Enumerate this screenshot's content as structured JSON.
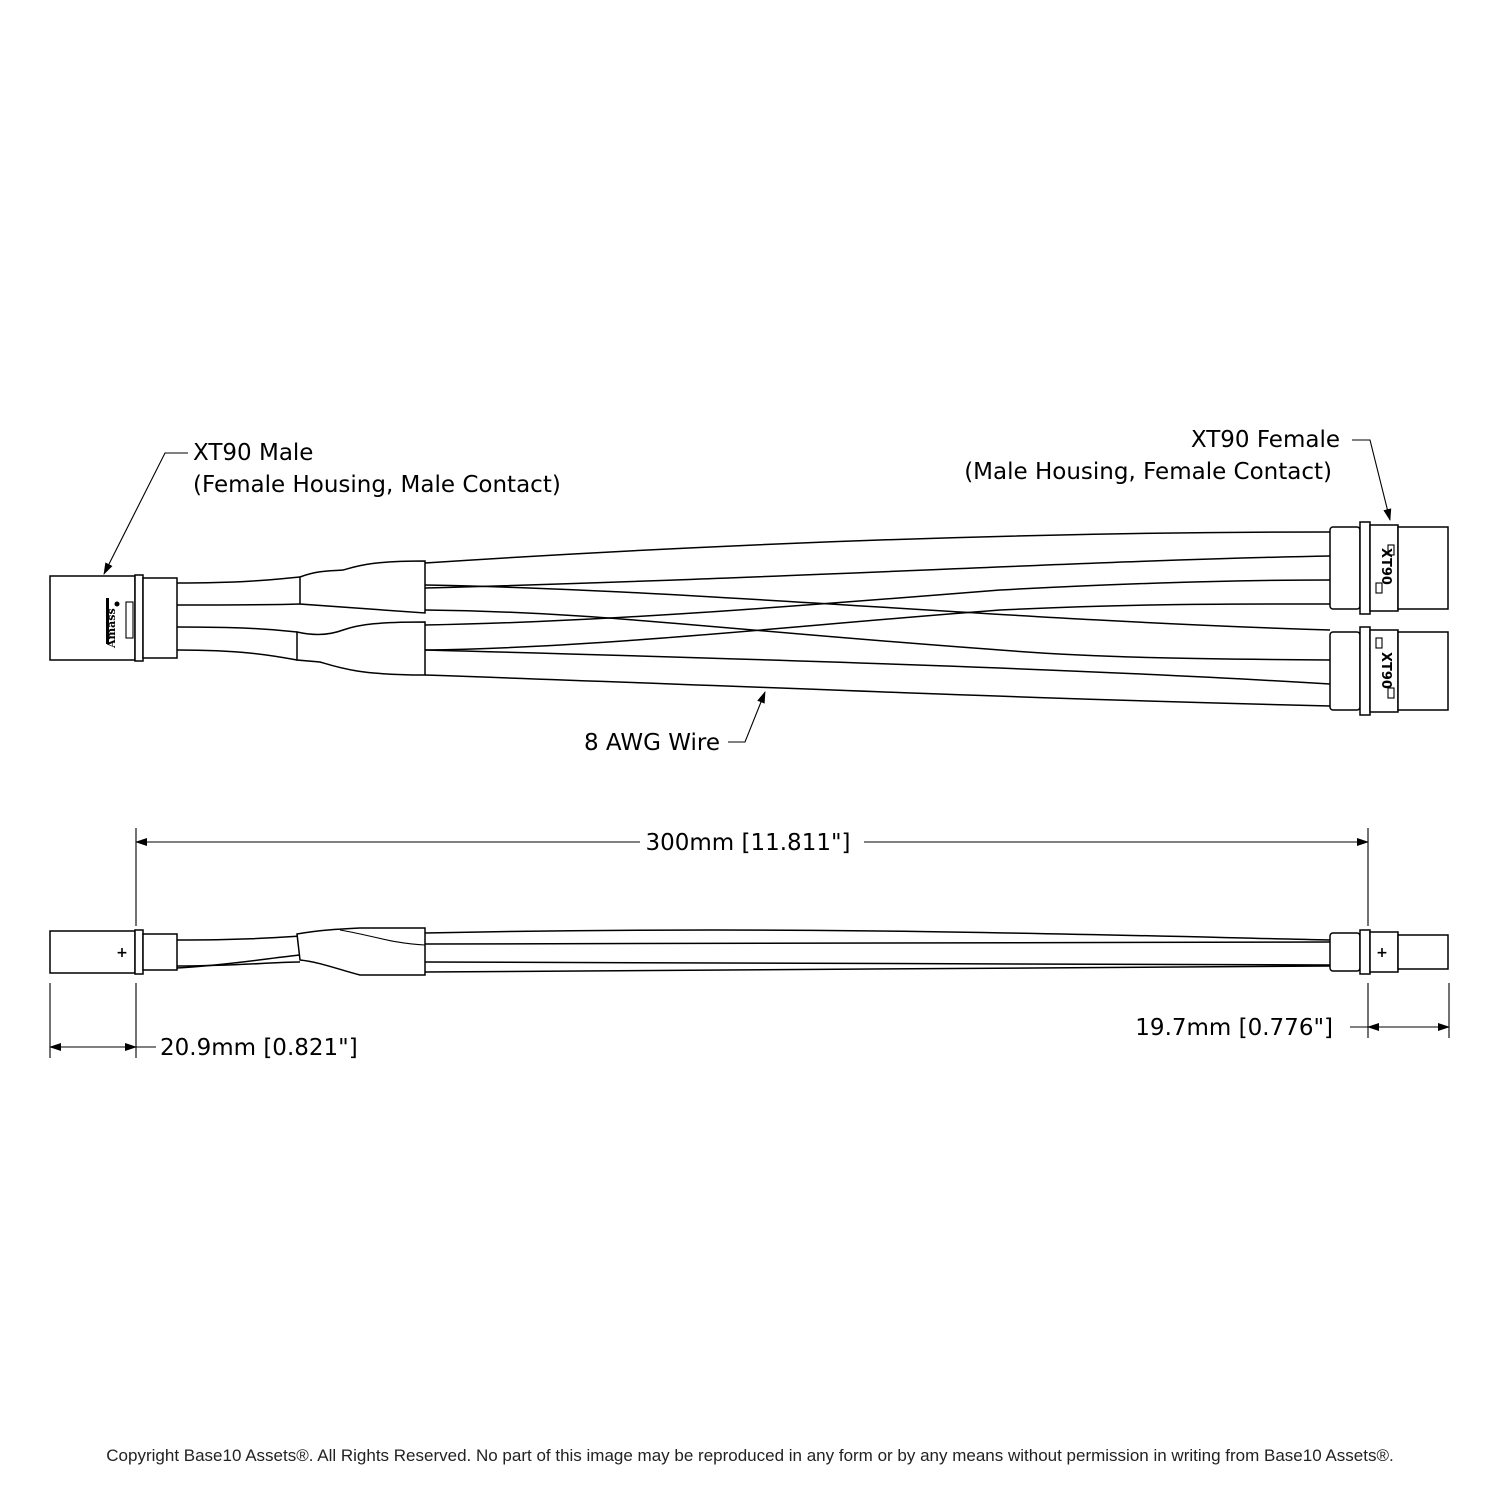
{
  "labels": {
    "male_title": "XT90 Male",
    "male_subtitle": "(Female Housing, Male Contact)",
    "female_title": "XT90 Female",
    "female_subtitle": "(Male Housing, Female Contact)",
    "wire": "8 AWG Wire",
    "connector_mark_top": "XT90",
    "connector_mark_bottom": "XT90",
    "brand_mark": "Amass",
    "polarity_left": "+",
    "polarity_right": "+"
  },
  "dimensions": {
    "overall": "300mm [11.811\"]",
    "left_connector": "20.9mm [0.821\"]",
    "right_connector": "19.7mm [0.776\"]"
  },
  "footer": {
    "copyright": "Copyright Base10 Assets®.  All Rights Reserved. No part of this image may be reproduced in any form or by any means without permission in writing from Base10 Assets®."
  }
}
